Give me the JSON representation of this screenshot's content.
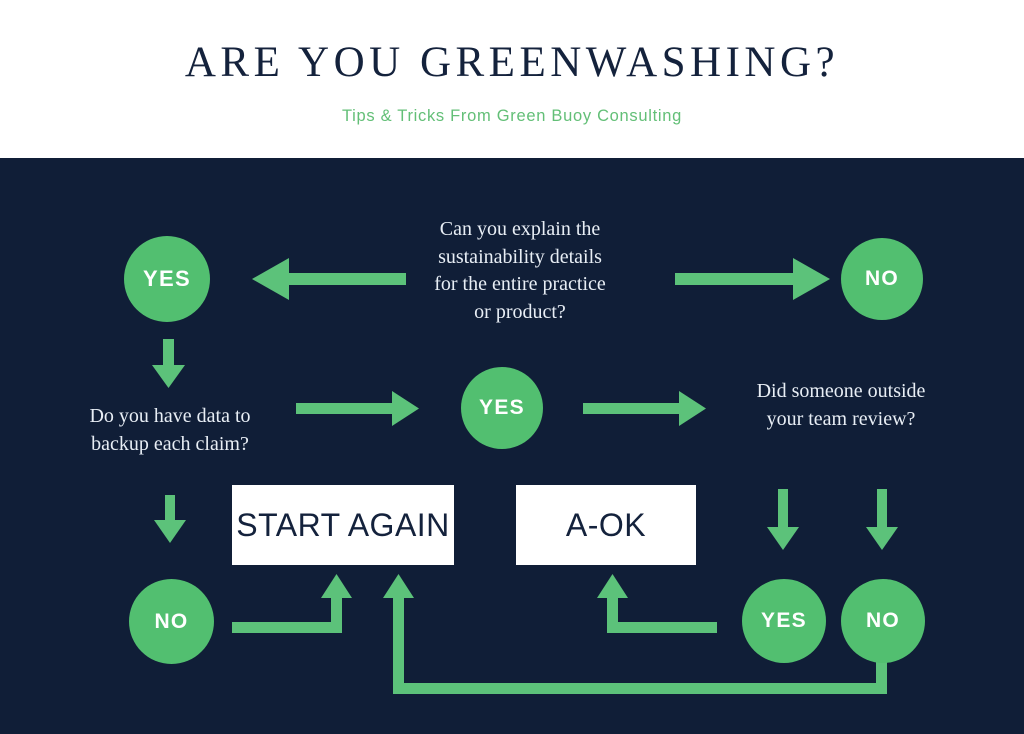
{
  "header": {
    "title": "ARE YOU GREENWASHING?",
    "subtitle": "Tips & Tricks From Green Buoy Consulting"
  },
  "colors": {
    "background_navy": "#101e37",
    "header_white": "#ffffff",
    "circle_green": "#52bf70",
    "arrow_green": "#5cc27a",
    "title_navy": "#14223c",
    "subtitle_green": "#63bf77",
    "question_text": "#e8eef5"
  },
  "flowchart": {
    "type": "decision-flowchart",
    "nodes": [
      {
        "id": "q1",
        "kind": "question",
        "label": "Can you explain the sustainability details for the entire practice or product?"
      },
      {
        "id": "q1-yes",
        "kind": "answer",
        "label": "YES"
      },
      {
        "id": "q1-no",
        "kind": "answer",
        "label": "NO"
      },
      {
        "id": "q2",
        "kind": "question",
        "label": "Do you have data to backup each claim?"
      },
      {
        "id": "q2-yes",
        "kind": "answer",
        "label": "YES"
      },
      {
        "id": "q2-no",
        "kind": "answer",
        "label": "NO"
      },
      {
        "id": "q3",
        "kind": "question",
        "label": "Did someone outside your team review?"
      },
      {
        "id": "q3-yes",
        "kind": "answer",
        "label": "YES"
      },
      {
        "id": "q3-no",
        "kind": "answer",
        "label": "NO"
      },
      {
        "id": "start-again",
        "kind": "result",
        "label": "START AGAIN"
      },
      {
        "id": "a-ok",
        "kind": "result",
        "label": "A-OK"
      }
    ],
    "edges": [
      {
        "from": "q1",
        "to": "q1-yes",
        "direction": "left"
      },
      {
        "from": "q1",
        "to": "q1-no",
        "direction": "right"
      },
      {
        "from": "q1-yes",
        "to": "q2",
        "direction": "down"
      },
      {
        "from": "q2",
        "to": "q2-yes",
        "direction": "right"
      },
      {
        "from": "q2",
        "to": "q2-no",
        "direction": "down"
      },
      {
        "from": "q2-yes",
        "to": "q3",
        "direction": "right"
      },
      {
        "from": "q3",
        "to": "q3-yes",
        "direction": "down"
      },
      {
        "from": "q3",
        "to": "q3-no",
        "direction": "down"
      },
      {
        "from": "q2-no",
        "to": "start-again",
        "direction": "elbow-up-right"
      },
      {
        "from": "q3-yes",
        "to": "a-ok",
        "direction": "elbow-up-left"
      },
      {
        "from": "q3-no",
        "to": "start-again",
        "direction": "u-turn-bottom"
      }
    ]
  },
  "q1": {
    "line1": "Can you explain the",
    "line2": "sustainability details",
    "line3": "for the entire practice",
    "line4": "or product?"
  },
  "q2": {
    "line1": "Do you have data to",
    "line2": "backup each claim?"
  },
  "q3": {
    "line1": "Did someone outside",
    "line2": "your team review?"
  },
  "answers": {
    "q1_yes": "YES",
    "q1_no": "NO",
    "q2_yes": "YES",
    "q2_no": "NO",
    "q3_yes": "YES",
    "q3_no": "NO"
  },
  "results": {
    "start_again": "START AGAIN",
    "a_ok": "A-OK"
  }
}
